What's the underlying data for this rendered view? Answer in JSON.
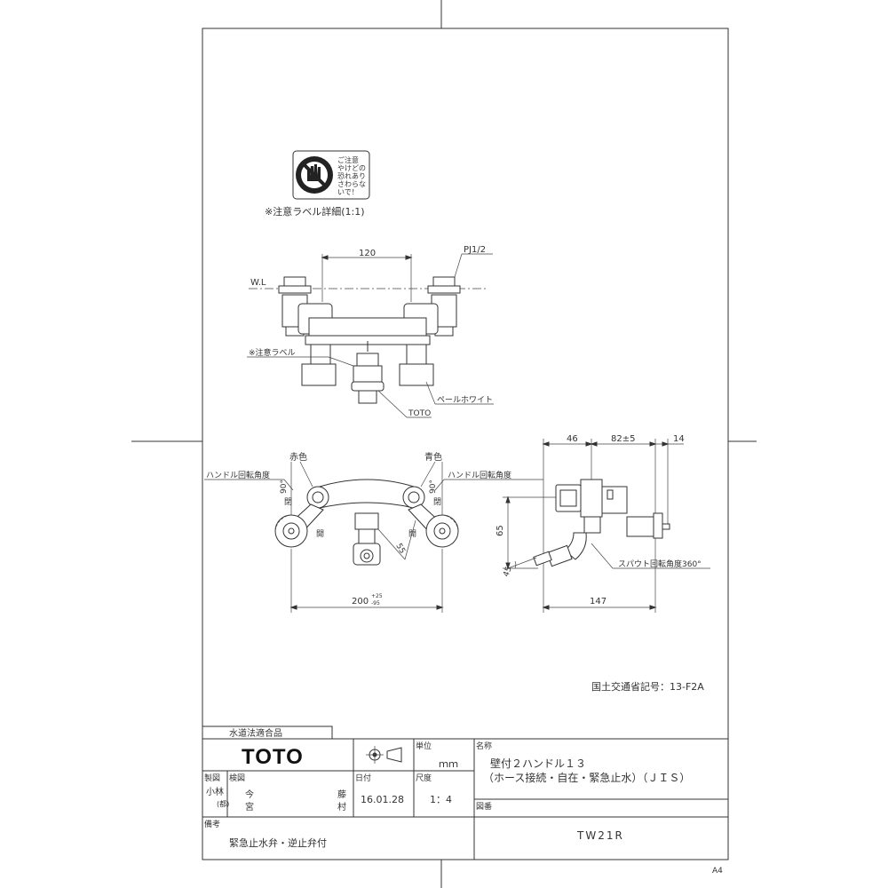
{
  "caution_label": {
    "icon": "no-touch-hand-icon",
    "lines": [
      "ご注意",
      "やけどの",
      "恐れあり",
      "さわらな",
      "いで！"
    ],
    "caption": "※注意ラベル詳細(1:1)"
  },
  "front_view": {
    "dim_top": "120",
    "pj_label": "PJ1/2",
    "wl_label": "W.L",
    "caution_label_callout": "※注意ラベル",
    "pale_white": "ペールホワイト",
    "toto_callout": "TOTO"
  },
  "top_view": {
    "red": "赤色",
    "blue": "青色",
    "handle_angle_left": "ハンドル回転角度",
    "handle_angle_right": "ハンドル回転角度",
    "angle_left": "90°",
    "angle_right": "90°",
    "close_left": "閉",
    "open_left": "開",
    "open_right": "開",
    "close_right": "閉",
    "dim_55": "55",
    "dim_200": "200",
    "dim_200_tol_plus": "+25",
    "dim_200_tol_minus": "-95"
  },
  "side_view": {
    "dim_46": "46",
    "dim_82": "82±5",
    "dim_14": "14",
    "dim_65": "65",
    "dim_45": "45°",
    "dim_147": "147",
    "spout_angle": "スパウト回転角度360°"
  },
  "mlit_code": "国土交通省記号：13-F2A",
  "title_block": {
    "water_law": "水道法適合品",
    "brand": "TOTO",
    "unit_label": "単位",
    "unit_value": "ｍｍ",
    "name_label": "名称",
    "name_line1": "壁付２ハンドル１３",
    "name_line2": "（ホース接続・自在・緊急止水）（ＪＩＳ）",
    "drafted_label": "製図",
    "drafted_value": "小林",
    "drafted_stamp": "(都)",
    "checked_label": "検図",
    "checked_value1": "今",
    "checked_value2": "宮",
    "checked_value3": "藤",
    "checked_value4": "村",
    "date_label": "日付",
    "date_value": "16.01.28",
    "scale_label": "尺度",
    "scale_value": "1：4",
    "drawing_no_label": "図番",
    "drawing_no_value": "TW21R",
    "notes_label": "備考",
    "notes_value": "緊急止水弁・逆止弁付"
  },
  "paper_size": "A4"
}
